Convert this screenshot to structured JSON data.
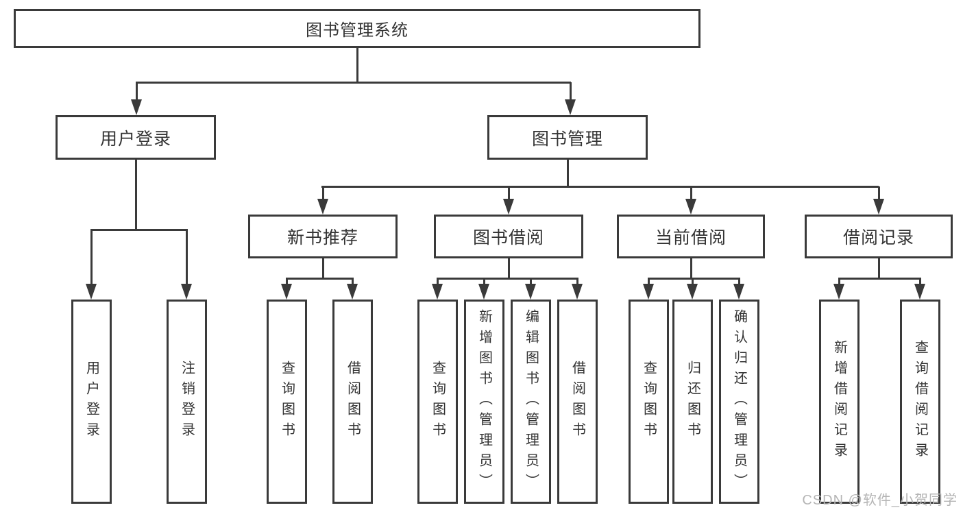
{
  "diagram": {
    "root": "图书管理系统",
    "level2": {
      "user_login": "用户登录",
      "book_mgmt": "图书管理"
    },
    "level3": {
      "new_book_rec": "新书推荐",
      "book_borrow": "图书借阅",
      "current_borrow": "当前借阅",
      "borrow_records": "借阅记录"
    },
    "leaves": {
      "user_login": [
        "用户登录",
        "注销登录"
      ],
      "new_book_rec": [
        "查询图书",
        "借阅图书"
      ],
      "book_borrow": [
        "查询图书",
        "新增图书（管理员）",
        "编辑图书（管理员）",
        "借阅图书"
      ],
      "current_borrow": [
        "查询图书",
        "归还图书",
        "确认归还（管理员）"
      ],
      "borrow_records": [
        "新增借阅记录",
        "查询借阅记录"
      ]
    }
  },
  "watermark": "CSDN @软件_小贺同学",
  "colors": {
    "line": "#3a3a3a",
    "text": "#333333",
    "watermark": "#b5b5b5",
    "background": "#ffffff"
  }
}
